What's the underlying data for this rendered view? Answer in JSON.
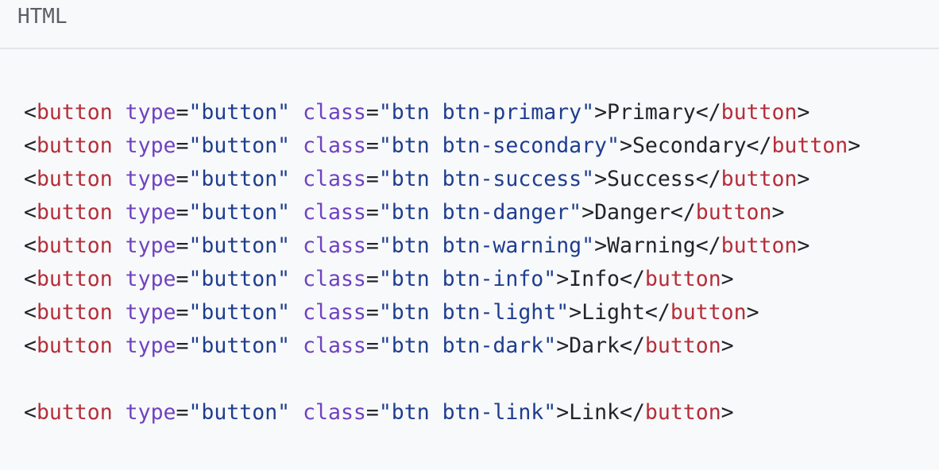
{
  "header": {
    "language": "HTML"
  },
  "lines": [
    {
      "tag": "button",
      "attr_type": "type",
      "type_val": "\"button\"",
      "attr_class": "class",
      "class_val": "\"btn btn-primary\"",
      "label": "Primary"
    },
    {
      "tag": "button",
      "attr_type": "type",
      "type_val": "\"button\"",
      "attr_class": "class",
      "class_val": "\"btn btn-secondary\"",
      "label": "Secondary"
    },
    {
      "tag": "button",
      "attr_type": "type",
      "type_val": "\"button\"",
      "attr_class": "class",
      "class_val": "\"btn btn-success\"",
      "label": "Success"
    },
    {
      "tag": "button",
      "attr_type": "type",
      "type_val": "\"button\"",
      "attr_class": "class",
      "class_val": "\"btn btn-danger\"",
      "label": "Danger"
    },
    {
      "tag": "button",
      "attr_type": "type",
      "type_val": "\"button\"",
      "attr_class": "class",
      "class_val": "\"btn btn-warning\"",
      "label": "Warning"
    },
    {
      "tag": "button",
      "attr_type": "type",
      "type_val": "\"button\"",
      "attr_class": "class",
      "class_val": "\"btn btn-info\"",
      "label": "Info"
    },
    {
      "tag": "button",
      "attr_type": "type",
      "type_val": "\"button\"",
      "attr_class": "class",
      "class_val": "\"btn btn-light\"",
      "label": "Light"
    },
    {
      "tag": "button",
      "attr_type": "type",
      "type_val": "\"button\"",
      "attr_class": "class",
      "class_val": "\"btn btn-dark\"",
      "label": "Dark"
    },
    {
      "tag": "button",
      "attr_type": "type",
      "type_val": "\"button\"",
      "attr_class": "class",
      "class_val": "\"btn btn-link\"",
      "label": "Link"
    }
  ],
  "colors": {
    "tag": "#b52e3a",
    "attribute": "#6f42c1",
    "string": "#1e3d8f",
    "text": "#212529",
    "background": "#f8f9fa"
  }
}
